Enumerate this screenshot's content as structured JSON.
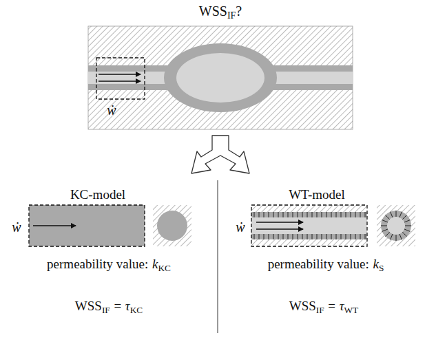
{
  "diagram": {
    "labels": [
      "WSS",
      "IF",
      "?",
      "ẇ",
      "KC-model",
      "ẇ",
      "permeability value:",
      "k",
      "KC",
      "WSS",
      "IF",
      "=",
      "τ",
      "KC",
      "WT-model",
      "ẇ",
      "permeability value:",
      "k",
      "S",
      "WSS",
      "IF",
      "=",
      "τ",
      "WT"
    ]
  }
}
